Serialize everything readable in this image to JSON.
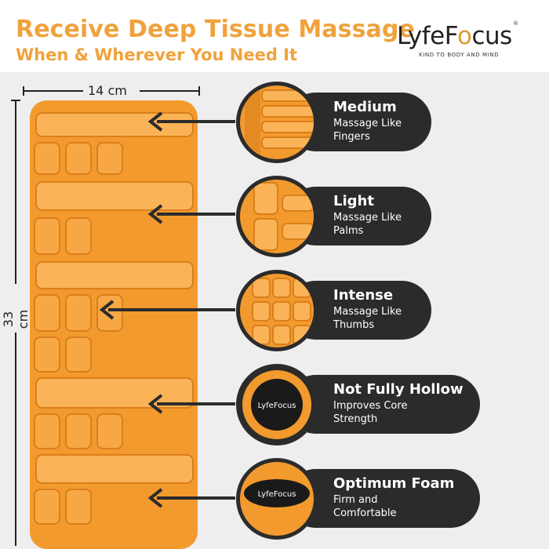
{
  "headline": {
    "line1": "Receive Deep Tissue Massage",
    "line2": "When & Wherever You Need It"
  },
  "logo": {
    "word_start": "Lyfe",
    "word_f": "F",
    "word_o": "o",
    "word_end": "cus",
    "tagline": "KIND TO BODY AND MIND",
    "reg": "®"
  },
  "dimensions": {
    "width": "14 cm",
    "height": "33 cm"
  },
  "features": [
    {
      "title": "Medium",
      "sub": "Massage Like\nFingers"
    },
    {
      "title": "Light",
      "sub": "Massage Like\nPalms"
    },
    {
      "title": "Intense",
      "sub": "Massage Like\nThumbs"
    },
    {
      "title": "Not Fully Hollow",
      "sub": "Improves Core\nStrength"
    },
    {
      "title": "Optimum Foam",
      "sub": "Firm  and\nComfortable"
    }
  ],
  "mini_logo": "LyfeFocus",
  "colors": {
    "accent": "#f0a23c",
    "foam": "#f39a2e",
    "foam_shadow": "#d97f1a",
    "dark": "#2b2b2b"
  }
}
